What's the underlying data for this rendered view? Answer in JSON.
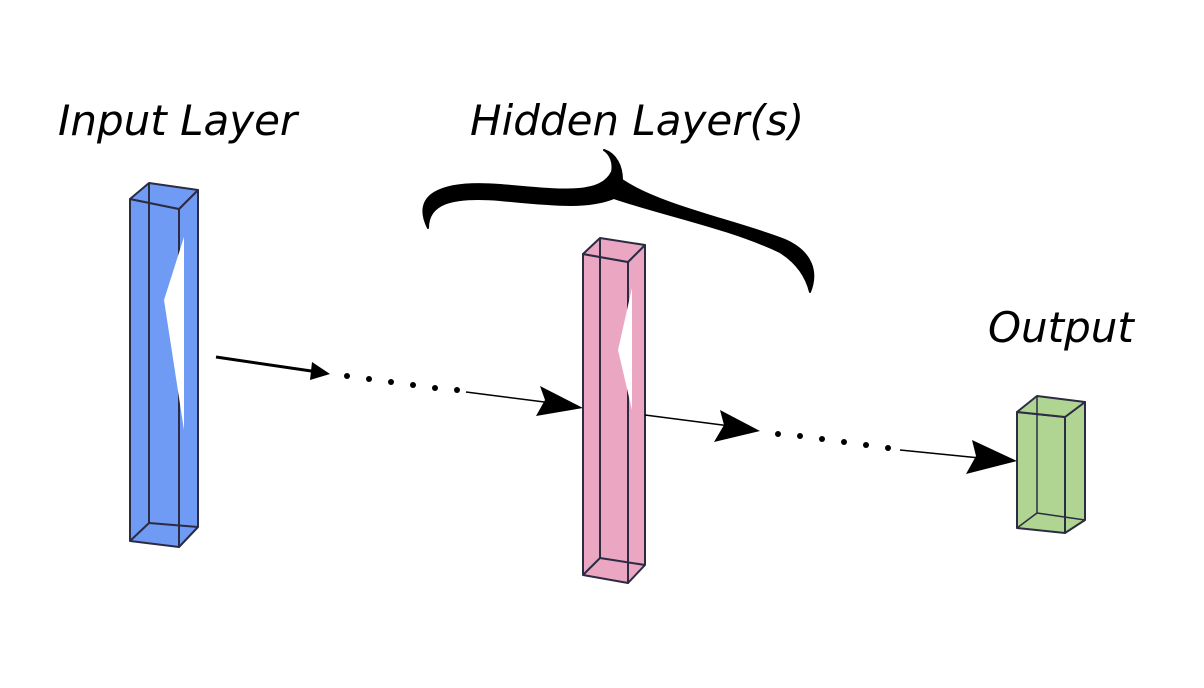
{
  "labels": {
    "input": "Input Layer",
    "hidden": "Hidden Layer(s)",
    "output": "Output"
  },
  "colors": {
    "input_layer": "#6f9bf4",
    "hidden_layer": "#eba6c2",
    "output_layer": "#b0d491",
    "outline": "#2b2b44",
    "arrows": "#000000"
  }
}
